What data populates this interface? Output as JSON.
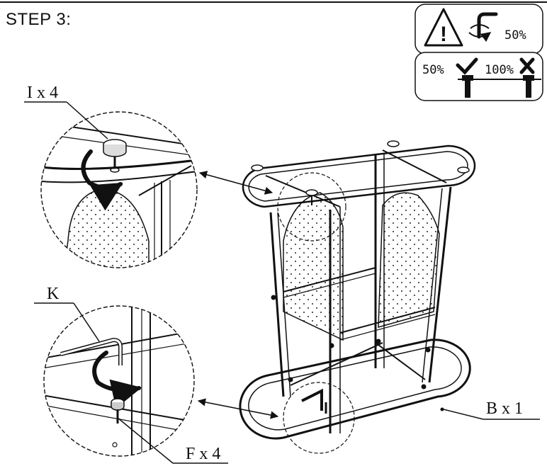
{
  "step": {
    "title": "STEP 3:"
  },
  "warning_panel": {
    "caution_symbol": "!",
    "top_percent": "50%",
    "bottom_left_percent": "50%",
    "bottom_right_percent": "100%",
    "icons": [
      "warning-triangle-icon",
      "hex-key-turn-icon",
      "checkmark-icon",
      "cross-icon",
      "bolt-icon"
    ]
  },
  "callouts": {
    "part_i": "I x 4",
    "part_k": "K",
    "part_f": "F x 4",
    "part_b": "B x 1"
  },
  "colors": {
    "ink": "#111111",
    "background": "#ffffff"
  }
}
